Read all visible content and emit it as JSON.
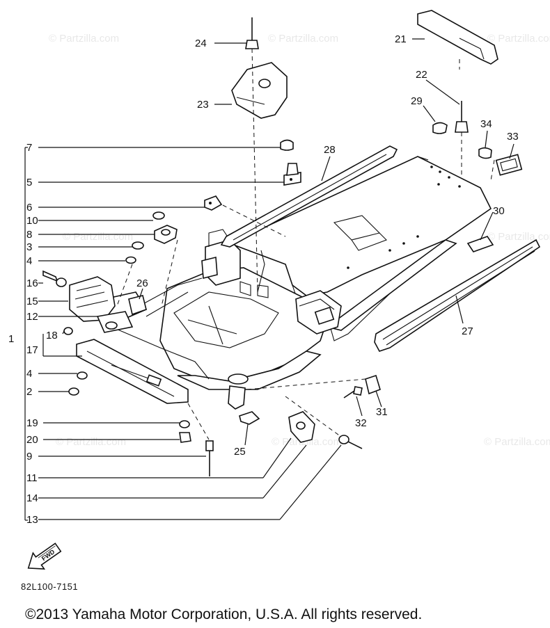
{
  "watermark": "© Partzilla.com",
  "callouts": {
    "c1": "1",
    "c2": "2",
    "c3": "3",
    "c4a": "4",
    "c4b": "4",
    "c5": "5",
    "c6": "6",
    "c7": "7",
    "c8": "8",
    "c9": "9",
    "c10": "10",
    "c11": "11",
    "c12": "12",
    "c13": "13",
    "c14": "14",
    "c15": "15",
    "c16": "16",
    "c17": "17",
    "c18": "18",
    "c19": "19",
    "c20": "20",
    "c21": "21",
    "c22": "22",
    "c23": "23",
    "c24": "24",
    "c25": "25",
    "c26": "26",
    "c27": "27",
    "c28": "28",
    "c29": "29",
    "c30": "30",
    "c31": "31",
    "c32": "32",
    "c33": "33",
    "c34": "34"
  },
  "fwd_label": "FWD",
  "ref_code": "82L100-7151",
  "copyright": "©2013  Yamaha Motor Corporation, U.S.A. All rights reserved."
}
